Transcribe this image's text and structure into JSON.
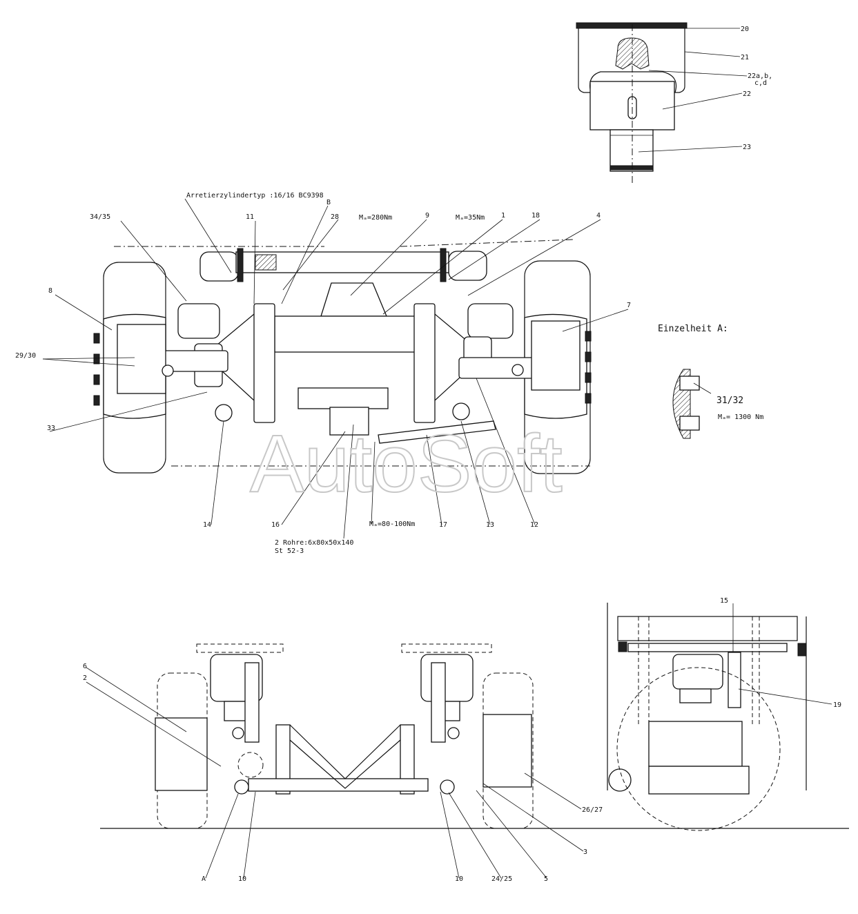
{
  "watermark": "AutoSoft",
  "detail_heading": "Einzelheit A:",
  "annotations": {
    "cylinder_type": "Arretierzylindertyp :16/16  BC9398",
    "torque_9": "Mₐ=280Nm",
    "torque_1": "Mₐ=35Nm",
    "torque_17": "Mₐ=80-100Nm",
    "torque_31": "Mₐ= 1300 Nm",
    "pipes_line1": "2 Rohre:6x80x50x140",
    "pipes_line2": "St 52-3"
  },
  "callouts": {
    "c20": "20",
    "c21": "21",
    "c22abcd_line1": "22a,b,",
    "c22abcd_line2": "c,d",
    "c22": "22",
    "c23": "23",
    "cB": "B",
    "c28": "28",
    "c11": "11",
    "c34_35": "34/35",
    "c9": "9",
    "c1": "1",
    "c18": "18",
    "c4": "4",
    "c8": "8",
    "c7": "7",
    "c29_30": "29/30",
    "c33": "33",
    "c31_32": "31/32",
    "c14": "14",
    "c16": "16",
    "c17": "17",
    "c13": "13",
    "c12": "12",
    "c6": "6",
    "c2": "2",
    "c15": "15",
    "c19": "19",
    "c26_27": "26/27",
    "c3": "3",
    "cA": "A",
    "c10a": "10",
    "c10b": "10",
    "c24_25": "24/25",
    "c5": "5"
  }
}
